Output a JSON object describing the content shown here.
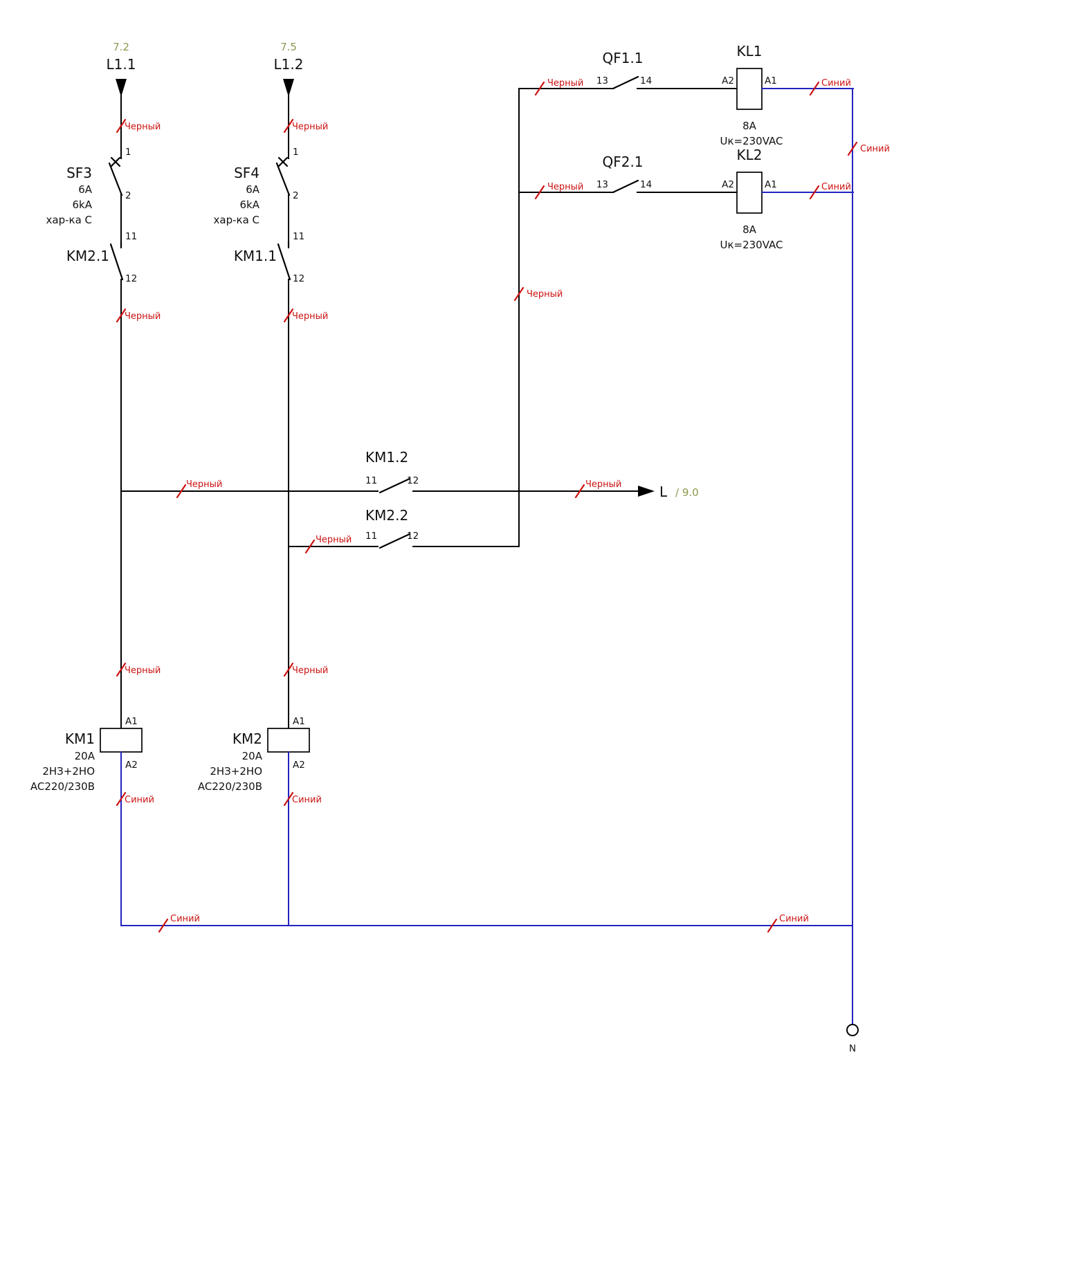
{
  "palette": {
    "wire_black": "#000000",
    "wire_blue": "#2323c0",
    "label_red": "#cc1111",
    "ref_green": "#8a9a4f"
  },
  "labels": {
    "black": "Черный",
    "blue": "Синий"
  },
  "left": {
    "ref": "7.2",
    "line": "L1.1",
    "breaker": {
      "name": "SF3",
      "amp": "6A",
      "ka": "6kA",
      "char": "хар-ка C",
      "t_top": "1",
      "t_bot": "2"
    },
    "nc": {
      "name": "KM2.1",
      "t_top": "11",
      "t_bot": "12"
    },
    "coil": {
      "name": "KM1",
      "amp": "20A",
      "poles": "2НЗ+2НО",
      "volt": "AC220/230В",
      "t_top": "A1",
      "t_bot": "A2"
    }
  },
  "mid": {
    "ref": "7.5",
    "line": "L1.2",
    "breaker": {
      "name": "SF4",
      "amp": "6A",
      "ka": "6kA",
      "char": "хар-ка C",
      "t_top": "1",
      "t_bot": "2"
    },
    "nc": {
      "name": "KM1.1",
      "t_top": "11",
      "t_bot": "12"
    },
    "coil": {
      "name": "KM2",
      "amp": "20A",
      "poles": "2НЗ+2НО",
      "volt": "AC220/230В",
      "t_top": "A1",
      "t_bot": "A2"
    }
  },
  "relay1": {
    "sw": "QF1.1",
    "t13": "13",
    "t14": "14",
    "name": "KL1",
    "a2": "A2",
    "a1": "A1",
    "amp": "8A",
    "volt": "Uк=230VAC"
  },
  "relay2": {
    "sw": "QF2.1",
    "t13": "13",
    "t14": "14",
    "name": "KL2",
    "a2": "A2",
    "a1": "A1",
    "amp": "8A",
    "volt": "Uк=230VAC"
  },
  "aux1": {
    "name": "KM1.2",
    "t11": "11",
    "t12": "12"
  },
  "aux2": {
    "name": "KM2.2",
    "t11": "11",
    "t12": "12"
  },
  "out": {
    "label": "L",
    "ref": "/ 9.0"
  },
  "neutral": {
    "label": "N"
  }
}
